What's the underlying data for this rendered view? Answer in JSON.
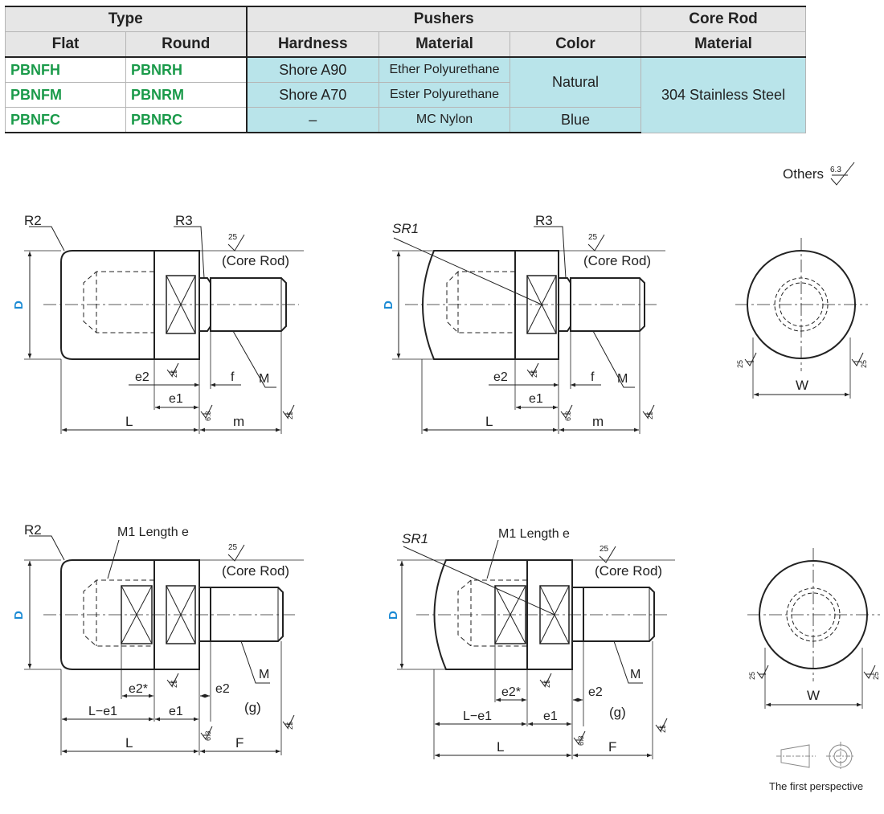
{
  "table": {
    "group_headers": {
      "type": "Type",
      "pushers": "Pushers",
      "core_rod": "Core Rod"
    },
    "sub_headers": {
      "flat": "Flat",
      "round": "Round",
      "hardness": "Hardness",
      "material": "Material",
      "color": "Color",
      "core_material": "Material"
    },
    "rows": [
      {
        "flat": "PBNFH",
        "round": "PBNRH",
        "hardness": "Shore A90",
        "material": "Ether Polyurethane"
      },
      {
        "flat": "PBNFM",
        "round": "PBNRM",
        "hardness": "Shore A70",
        "material": "Ester Polyurethane"
      },
      {
        "flat": "PBNFC",
        "round": "PBNRC",
        "hardness": "–",
        "material": "MC Nylon",
        "color": "Blue"
      }
    ],
    "natural_color": "Natural",
    "core_rod_material": "304 Stainless Steel",
    "colors": {
      "code_green": "#1a9a4a",
      "cell_cyan": "#b9e4ea",
      "dim_blue": "#1a8ad4"
    }
  },
  "others": {
    "label": "Others",
    "roughness": "6.3"
  },
  "labels": {
    "R2": "R2",
    "R3": "R3",
    "SR1": "SR1",
    "D": "D",
    "L": "L",
    "m": "m",
    "F": "F",
    "M": "M",
    "W": "W",
    "e1": "e1",
    "e2": "e2",
    "e2star": "e2*",
    "f": "f",
    "g": "(g)",
    "L_e1": "L−e1",
    "core_rod": "(Core Rod)",
    "m1_length": "M1 Length e",
    "r25": "25",
    "r63": "6.3"
  },
  "projection": {
    "caption": "The first perspective"
  }
}
